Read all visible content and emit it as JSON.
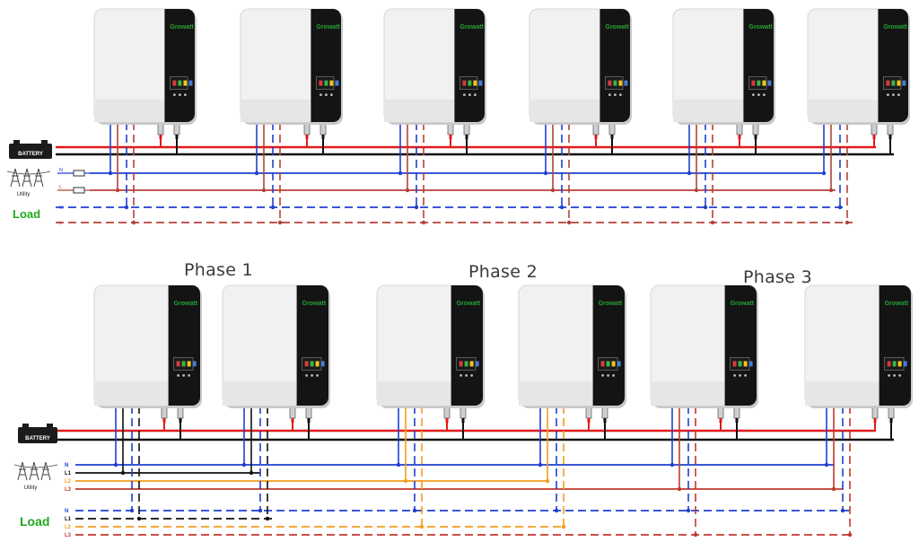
{
  "brand": "Growatt",
  "colors": {
    "battery_positive": "#e01b1b",
    "battery_negative": "#111111",
    "neutral": "#1f3fd0",
    "line_1_phase": "#b5413a",
    "line_3_L1": "#111111",
    "line_3_L2": "#f39c1f",
    "line_3_L3": "#c0392b",
    "load_label": "#1fa81f",
    "inverter_body": "#f1f1f1",
    "inverter_panel": "#141414",
    "inverter_logo": "#27a335"
  },
  "labels": {
    "battery": "BATTERY",
    "utility": "Utility",
    "load": "Load"
  },
  "top_diagram": {
    "inverter_count": 6,
    "source_lines": [
      "N",
      "L"
    ],
    "load_lines": [
      "N",
      "L"
    ]
  },
  "bottom_diagram": {
    "phases": [
      {
        "label": "Phase 1",
        "inverters": 2
      },
      {
        "label": "Phase 2",
        "inverters": 2
      },
      {
        "label": "Phase 3",
        "inverters": 2
      }
    ],
    "source_lines": [
      "N",
      "L1",
      "L2",
      "L3"
    ],
    "load_lines": [
      "N",
      "L1",
      "L2",
      "L3"
    ]
  }
}
